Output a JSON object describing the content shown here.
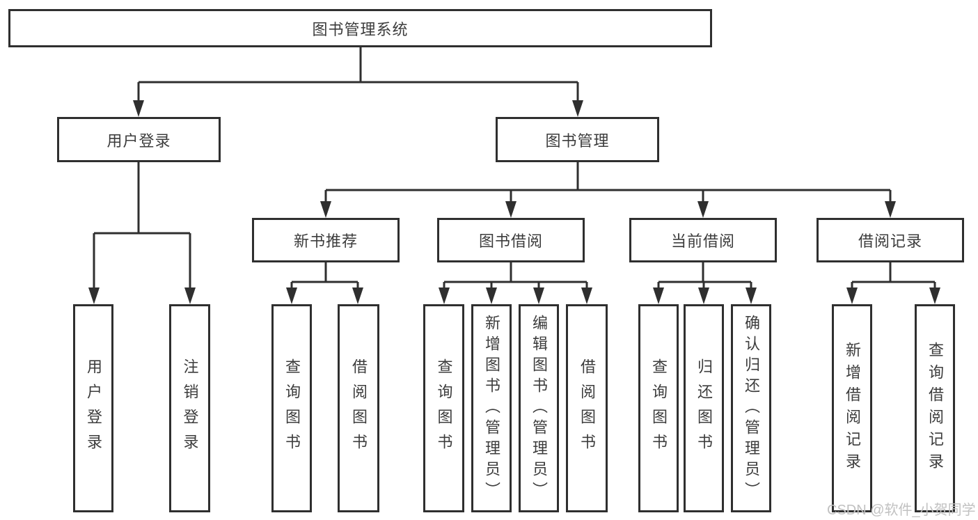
{
  "diagram": {
    "root": {
      "label": "图书管理系统"
    },
    "level2": [
      {
        "label": "用户登录"
      },
      {
        "label": "图书管理"
      }
    ],
    "level3": [
      {
        "label": "新书推荐"
      },
      {
        "label": "图书借阅"
      },
      {
        "label": "当前借阅"
      },
      {
        "label": "借阅记录"
      }
    ],
    "leaves": {
      "user_login": [
        {
          "label": "用户登录"
        },
        {
          "label": "注销登录"
        }
      ],
      "new_book": [
        {
          "label": "查询图书"
        },
        {
          "label": "借阅图书"
        }
      ],
      "book_borrow": [
        {
          "label": "查询图书"
        },
        {
          "label": "新增图书（管理员）"
        },
        {
          "label": "编辑图书（管理员）"
        },
        {
          "label": "借阅图书"
        }
      ],
      "current_borrow": [
        {
          "label": "查询图书"
        },
        {
          "label": "归还图书"
        },
        {
          "label": "确认归还（管理员）"
        }
      ],
      "borrow_record": [
        {
          "label": "新增借阅记录"
        },
        {
          "label": "查询借阅记录"
        }
      ]
    }
  },
  "watermark": {
    "text": "CSDN @软件_小贺同学"
  },
  "colors": {
    "line": "#2f2f2f",
    "text": "#3c3c3c",
    "background": "#ffffff",
    "watermark": "#c1c1c1"
  }
}
